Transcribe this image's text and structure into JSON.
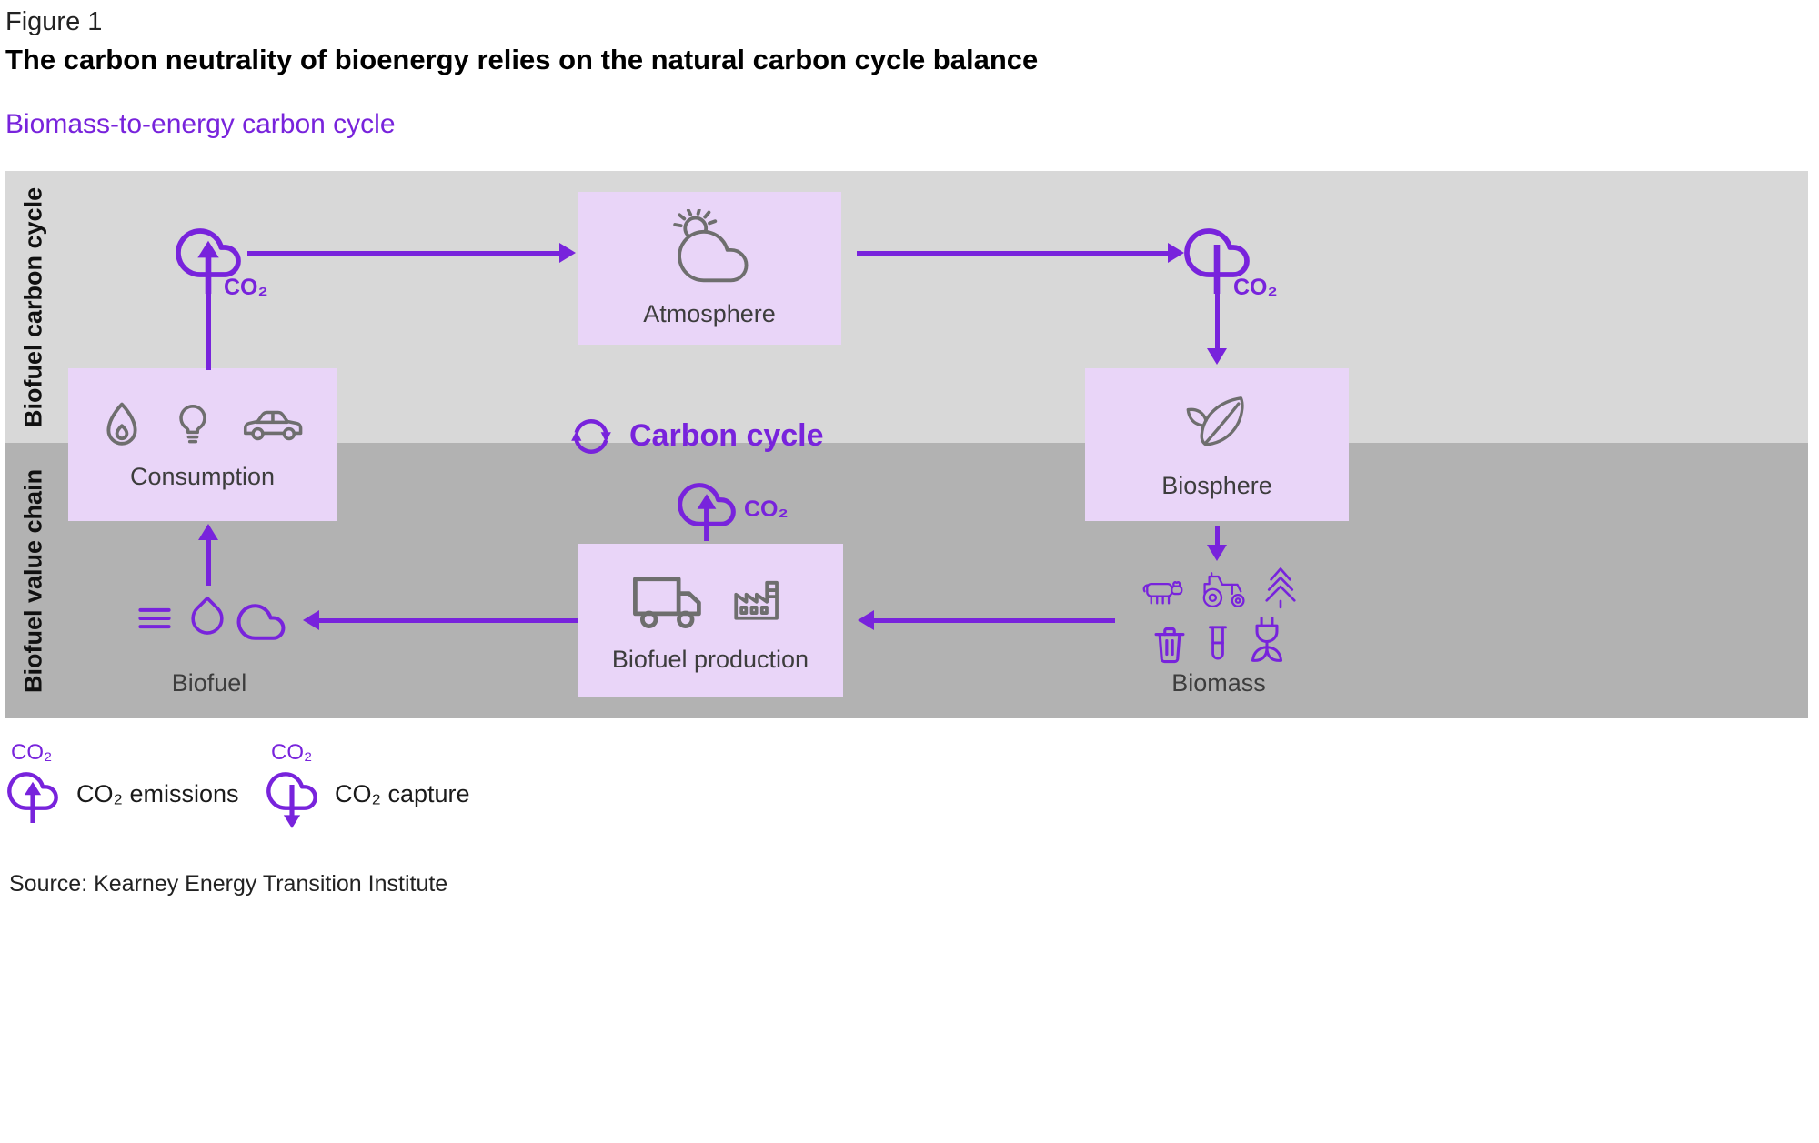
{
  "header": {
    "figure_label": "Figure 1",
    "title": "The carbon neutrality of bioenergy relies on the natural carbon cycle balance",
    "subtitle": "Biomass-to-energy carbon cycle"
  },
  "bands": {
    "carbon_cycle_label": "Biofuel carbon cycle",
    "value_chain_label": "Biofuel value chain"
  },
  "nodes": {
    "atmosphere": "Atmosphere",
    "consumption": "Consumption",
    "biosphere": "Biosphere",
    "biofuel_production": "Biofuel production",
    "biofuel": "Biofuel",
    "biomass": "Biomass"
  },
  "center_label": "Carbon cycle",
  "co2_badges": {
    "consumption": "CO₂",
    "capture": "CO₂",
    "production": "CO₂"
  },
  "legend": {
    "emissions_badge": "CO₂",
    "emissions_label": "CO₂ emissions",
    "capture_badge": "CO₂",
    "capture_label": "CO₂ capture"
  },
  "source": "Source: Kearney Energy Transition Institute",
  "colors": {
    "accent_purple": "#7823dc",
    "box_lavender": "#e9d5f8",
    "band_light": "#d8d8d8",
    "band_dark": "#b2b2b2",
    "icon_gray": "#6e6e6e"
  },
  "icons": {
    "atmosphere": "sun-behind-cloud",
    "consumption": [
      "flame",
      "lightbulb",
      "car"
    ],
    "biosphere": "leaves",
    "biofuel_production": [
      "truck",
      "factory"
    ],
    "biofuel": [
      "fuel-lines",
      "droplet",
      "gas-cloud"
    ],
    "biomass": [
      "cow",
      "tractor",
      "fir-tree",
      "trash-bin",
      "test-tube",
      "plug-leaf"
    ],
    "center": "cycle-arrows",
    "emissions": "cloud-arrow-up",
    "capture": "cloud-arrow-down"
  }
}
